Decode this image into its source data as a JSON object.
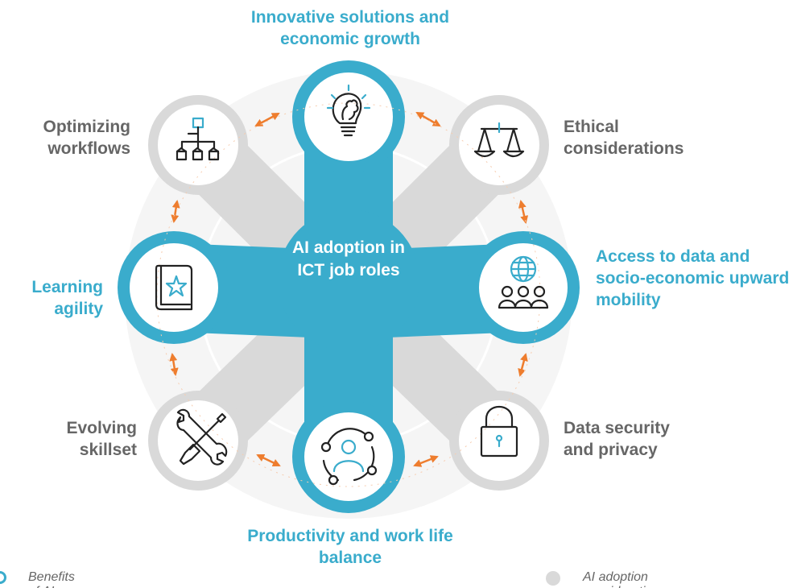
{
  "center": {
    "title": "AI adoption in ICT job roles"
  },
  "nodes": [
    {
      "label": "Innovative solutions and economic growth",
      "kind": "benefit",
      "icon": "lightbulb-head-icon"
    },
    {
      "label": "Ethical considerations",
      "kind": "consideration",
      "icon": "balance-scale-icon"
    },
    {
      "label": "Access to data and socio-economic upward mobility",
      "kind": "benefit",
      "icon": "globe-people-icon"
    },
    {
      "label": "Data security and privacy",
      "kind": "consideration",
      "icon": "padlock-icon"
    },
    {
      "label": "Productivity and work life balance",
      "kind": "benefit",
      "icon": "person-cycle-icon"
    },
    {
      "label": "Evolving skillset",
      "kind": "consideration",
      "icon": "wrench-screwdriver-icon"
    },
    {
      "label": "Learning agility",
      "kind": "benefit",
      "icon": "book-star-icon"
    },
    {
      "label": "Optimizing workflows",
      "kind": "consideration",
      "icon": "workflow-hierarchy-icon"
    }
  ],
  "legend": {
    "benefits": "Benefits of AI adoption",
    "considerations": "AI adoption considerations"
  },
  "colors": {
    "benefit": "#3aaccc",
    "consideration": "#d9d9d9",
    "connector": "#ee7d2e",
    "ring_fill": "#f4f4f4"
  }
}
